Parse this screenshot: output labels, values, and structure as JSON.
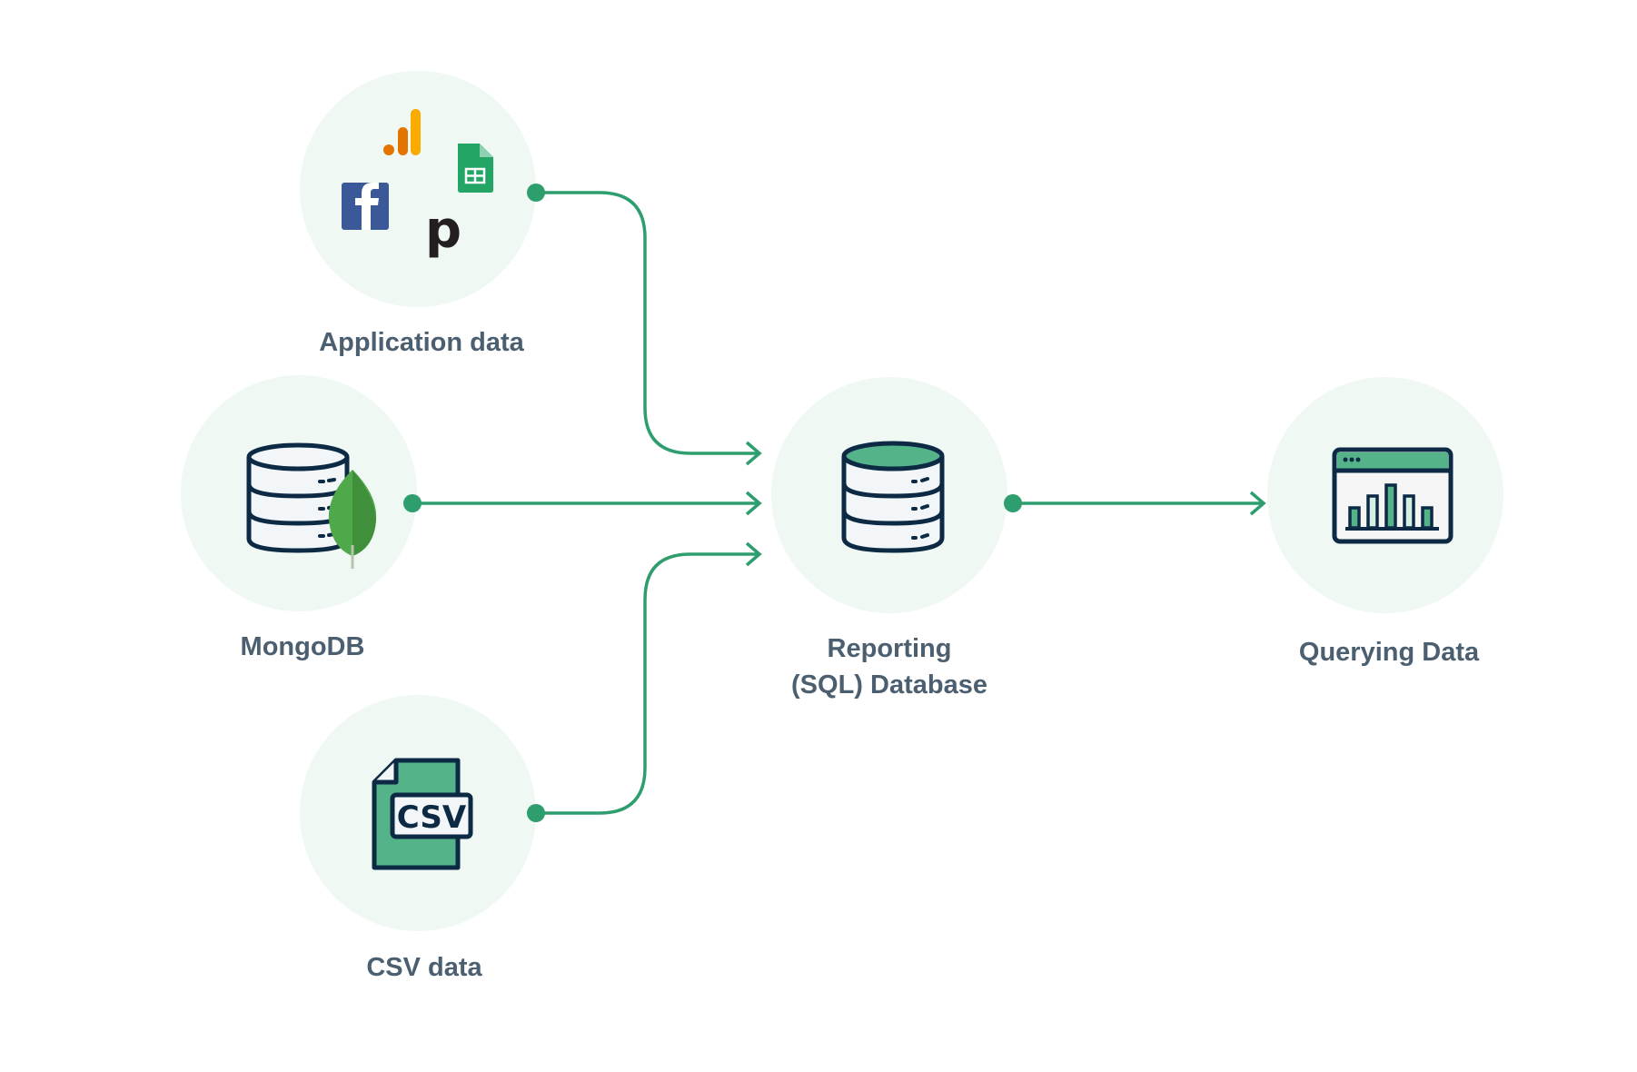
{
  "nodes": {
    "application": {
      "label": "Application data",
      "icons": [
        "google-analytics-icon",
        "google-sheets-icon",
        "facebook-icon",
        "pipedrive-icon"
      ]
    },
    "mongodb": {
      "label": "MongoDB",
      "icons": [
        "database-icon",
        "mongodb-leaf-icon"
      ]
    },
    "csv": {
      "label": "CSV data",
      "icon_text": "CSV",
      "icons": [
        "csv-file-icon"
      ]
    },
    "reporting": {
      "label_line1": "Reporting",
      "label_line2": "(SQL) Database",
      "icons": [
        "database-icon"
      ]
    },
    "querying": {
      "label": "Querying Data",
      "icons": [
        "bar-chart-window-icon"
      ]
    }
  },
  "colors": {
    "accent": "#2e9e6e",
    "circle_bg": "#eff8f3",
    "label": "#4b5f70",
    "ink": "#0d2a45",
    "fill_green": "#55b38a"
  }
}
